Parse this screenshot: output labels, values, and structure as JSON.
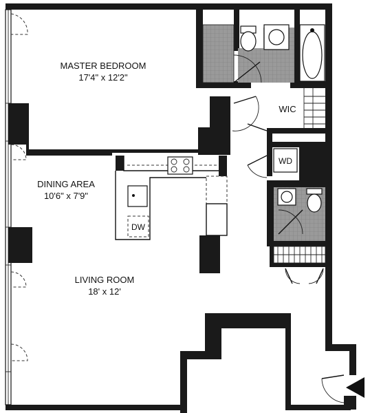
{
  "rooms": {
    "master_bedroom": {
      "name": "MASTER BEDROOM",
      "size": "17'4\" x 12'2\""
    },
    "dining_area": {
      "name": "DINING AREA",
      "size": "10'6\" x 7'9\""
    },
    "living_room": {
      "name": "LIVING ROOM",
      "size": "18' x 12'"
    },
    "walk_in_closet": {
      "name": "WIC"
    }
  },
  "appliances": {
    "dishwasher": "DW",
    "washer_dryer": "WD"
  },
  "icons": {
    "entry": "entry-arrow-icon"
  },
  "colors": {
    "wall": "#1a1a1a",
    "bathroom_floor": "#8c8c8c",
    "line": "#111111"
  }
}
